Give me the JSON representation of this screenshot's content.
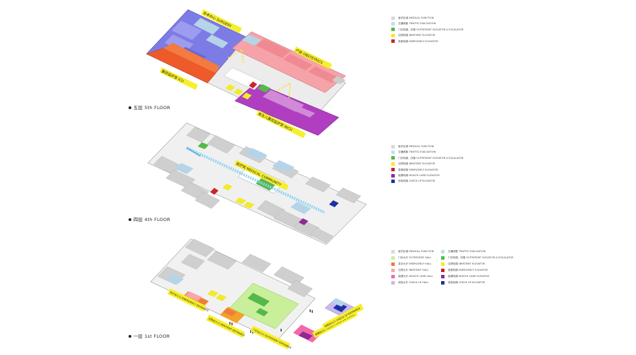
{
  "floors": [
    {
      "id": "fifth",
      "label": "五层   5th FLOOR",
      "tags": [
        {
          "text": "手术中心 SURGERY"
        },
        {
          "text": "产房 OBSTETRICS"
        },
        {
          "text": "重症监护室 ICU"
        },
        {
          "text": "新生儿重症监护室 NICU"
        }
      ],
      "legend": [
        {
          "label": "医疗区域 MEDICAL FUNCTION",
          "color": "#d8d8d8"
        },
        {
          "label": "交通疏散 TRAFFIC EVACUATION",
          "color": "#bfe0ea"
        },
        {
          "label": "门诊电梯、扶梯 OUTPATIENT ELEVATOR & ESCALATOR",
          "color": "#55b84a"
        },
        {
          "label": "住院电梯 INPATIENT ELEVATOR",
          "color": "#f2ea2a"
        },
        {
          "label": "急救电梯 EMERGENCY ELEVATOR",
          "color": "#c8262c"
        }
      ]
    },
    {
      "id": "fourth",
      "label": "四层   4th FLOOR",
      "tags": [
        {
          "text": "医疗街 MEDICAL COMMUNITY"
        }
      ],
      "legend": [
        {
          "label": "医疗区域 MEDICAL FUNCTION",
          "color": "#d8d8d8"
        },
        {
          "label": "交通疏散 TRAFFIC EVACUATION",
          "color": "#bfe0ea"
        },
        {
          "label": "门诊电梯、扶梯 OUTPATIENT ELEVATOR & ESCALATOR",
          "color": "#55b84a"
        },
        {
          "label": "住院电梯 INPATIENT ELEVATOR",
          "color": "#f2ea2a"
        },
        {
          "label": "急救电梯 EMERGENCY ELEVATOR",
          "color": "#c8262c"
        },
        {
          "label": "保健电梯 HEALTH CARE ELEVATOR",
          "color": "#8e2a93"
        },
        {
          "label": "体检电梯 CHECK UP ELEVATOR",
          "color": "#1f2fa6"
        }
      ]
    },
    {
      "id": "first",
      "label": "一层   1st FLOOR",
      "tags": [
        {
          "text": "急诊出入口 EMERGENCY ENTRANCE"
        },
        {
          "text": "住院出入口 INPATIENT ENTRANCE"
        },
        {
          "text": "门诊出入口 OUTPATIENT ENTRANCE"
        },
        {
          "text": "保健出入口 HEALTH CARE ENTRANCE"
        },
        {
          "text": "体检出入口 CHECK UP ENTRANCE"
        }
      ],
      "legend": [
        {
          "label": "医疗区域 MEDICAL FUNCTION",
          "color": "#d8d8d8"
        },
        {
          "label": "交通疏散 TRAFFIC EVACUATION",
          "color": "#bfe0ea"
        },
        {
          "label": "门诊大厅 OUTPATIENT HALL",
          "color": "#c9ef9a"
        },
        {
          "label": "门诊电梯、扶梯 OUTPATIENT ELEVATOR & ESCALATOR",
          "color": "#55b84a"
        },
        {
          "label": "急诊大厅 EMERGENCY HALL",
          "color": "#f07c3a"
        },
        {
          "label": "住院电梯 INPATIENT ELEVATOR",
          "color": "#f2ea2a"
        },
        {
          "label": "住院大厅 INPATIENT HALL",
          "color": "#f7a7a8"
        },
        {
          "label": "急救电梯 EMERGENCY ELEVATOR",
          "color": "#c8262c"
        },
        {
          "label": "保健大厅 HEALTH CARE HALL",
          "color": "#f06aa9"
        },
        {
          "label": "保健电梯 HEALTH CARE ELEVATOR",
          "color": "#8e2a93"
        },
        {
          "label": "体检大厅 CHECK UP HALL",
          "color": "#c9b8ee"
        },
        {
          "label": "体检电梯 CHECK UP ELEVATOR",
          "color": "#1f2fa6"
        }
      ]
    }
  ]
}
